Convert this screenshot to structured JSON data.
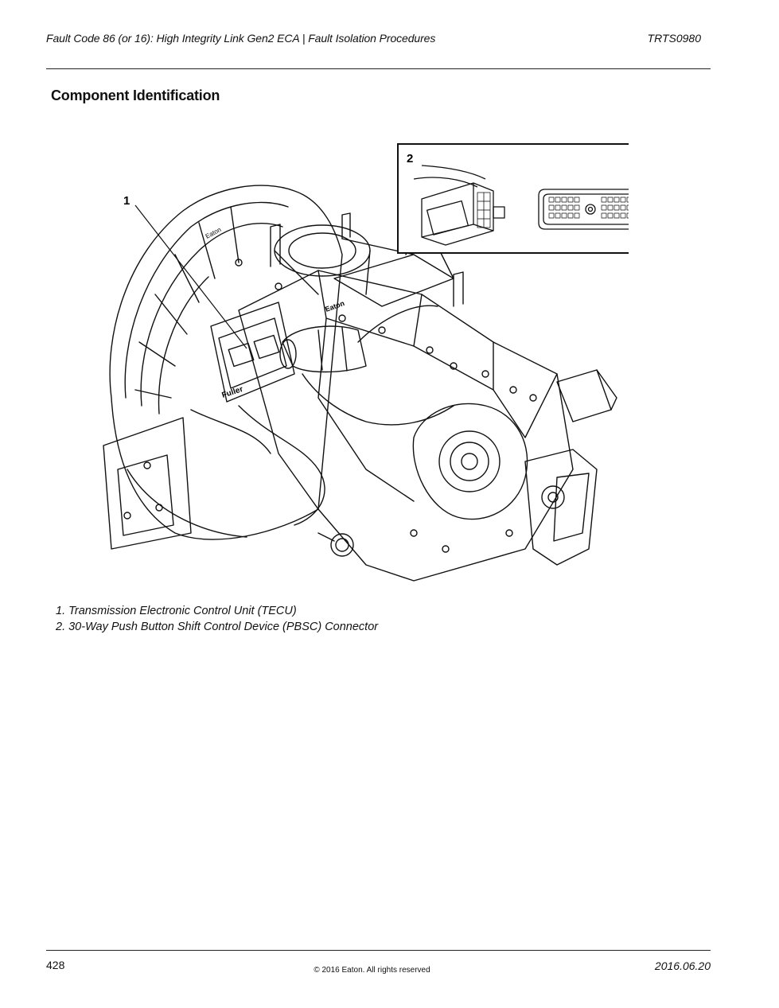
{
  "header": {
    "title": "Fault Code 86 (or 16): High Integrity Link Gen2 ECA | Fault Isolation Procedures",
    "doc_code": "TRTS0980"
  },
  "section": {
    "heading": "Component Identification"
  },
  "figure": {
    "callout_1": "1",
    "callout_2": "2",
    "engine_text_1": "Eaton",
    "engine_text_2": "Fuller",
    "engine_text_3": "Eaton"
  },
  "captions": [
    "1. Transmission Electronic Control Unit (TECU)",
    "2. 30-Way Push Button Shift Control Device (PBSC) Connector"
  ],
  "footer": {
    "page_number": "428",
    "copyright": "© 2016 Eaton. All rights reserved",
    "date": "2016.06.20"
  }
}
